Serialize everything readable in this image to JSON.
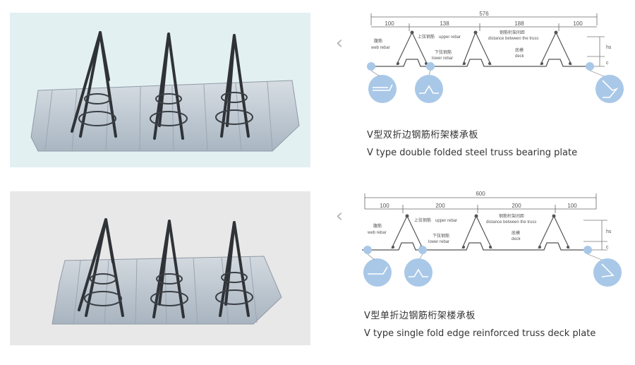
{
  "panels": [
    {
      "caption_zh": "V型双折边钢筋桁架楼承板",
      "caption_en": "V type double folded steel truss bearing plate",
      "dims": {
        "total": "576",
        "seg1": "100",
        "seg2": "138",
        "seg3": "188",
        "seg4": "100"
      },
      "labels": {
        "web_zh": "腹筋",
        "web_en": "web rebar",
        "upper_zh": "上弦钢筋",
        "upper_en": "upper rebar",
        "lower_zh": "下弦钢筋",
        "lower_en": "lower rebar",
        "dist_zh": "钢筋桁架间距",
        "dist_en": "distance between the truss",
        "deck_zh": "底模",
        "deck_en": "deck",
        "h": "hs",
        "c": "c"
      }
    },
    {
      "caption_zh": "V型单折边钢筋桁架楼承板",
      "caption_en": "V type single fold edge reinforced truss deck plate",
      "dims": {
        "total": "600",
        "seg1": "100",
        "seg2": "200",
        "seg3": "200",
        "seg4": "100"
      },
      "labels": {
        "web_zh": "腹筋",
        "web_en": "web rebar",
        "upper_zh": "上弦钢筋",
        "upper_en": "upper rebar",
        "lower_zh": "下弦钢筋",
        "lower_en": "lower rebar",
        "dist_zh": "钢筋桁架间距",
        "dist_en": "distance between the truss",
        "deck_zh": "底模",
        "deck_en": "deck",
        "h": "hs",
        "c": "c"
      }
    }
  ],
  "icons": {
    "prev": "chevron-left-icon"
  },
  "colors": {
    "photo1_bg": "#e3f0f2",
    "photo2_bg": "#e8e8e8",
    "detail_circle": "#a9c8e8",
    "deck_metal": "#b9c6d2"
  }
}
